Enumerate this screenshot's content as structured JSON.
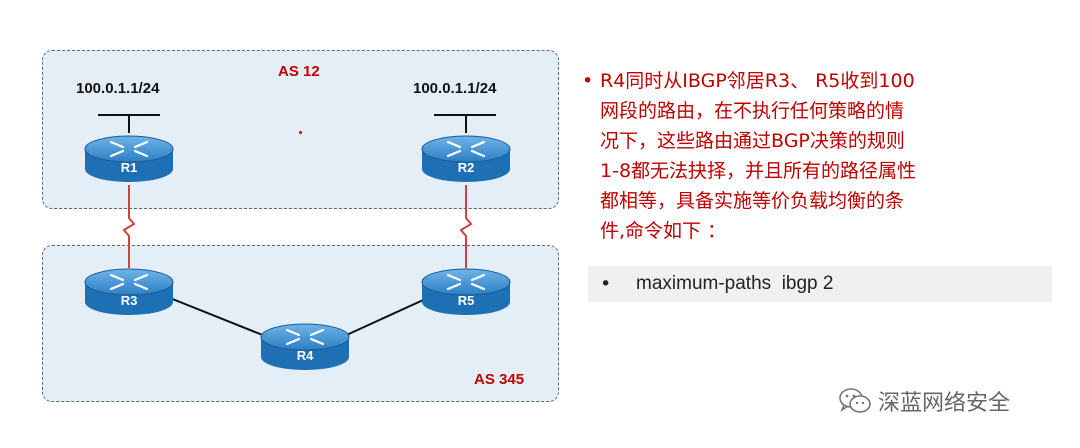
{
  "diagram": {
    "as_top": {
      "label": "AS 12"
    },
    "as_bottom": {
      "label": "AS 345"
    },
    "prefixes": {
      "left": "100.0.1.1/24",
      "right": "100.0.1.1/24"
    },
    "routers": {
      "r1": "R1",
      "r2": "R2",
      "r3": "R3",
      "r4": "R4",
      "r5": "R5"
    },
    "colors": {
      "as_box_fill": "#e4eef7",
      "as_label": "#c00000",
      "ebgp_link": "#d04040",
      "ibgp_link": "#111111",
      "router_body": "#1f6fb5"
    }
  },
  "explanation": {
    "lines": [
      "R4同时从IBGP邻居R3、 R5收到100",
      "网段的路由，在不执行任何策略的情",
      "况下，这些路由通过BGP决策的规则",
      "1-8都无法抉择，并且所有的路径属性",
      "都相等，具备实施等价负载均衡的条",
      "件,命令如下 ："
    ],
    "command": "maximum-paths  ibgp 2"
  },
  "watermark": {
    "text": "深蓝网络安全",
    "icon": "wechat-icon"
  }
}
